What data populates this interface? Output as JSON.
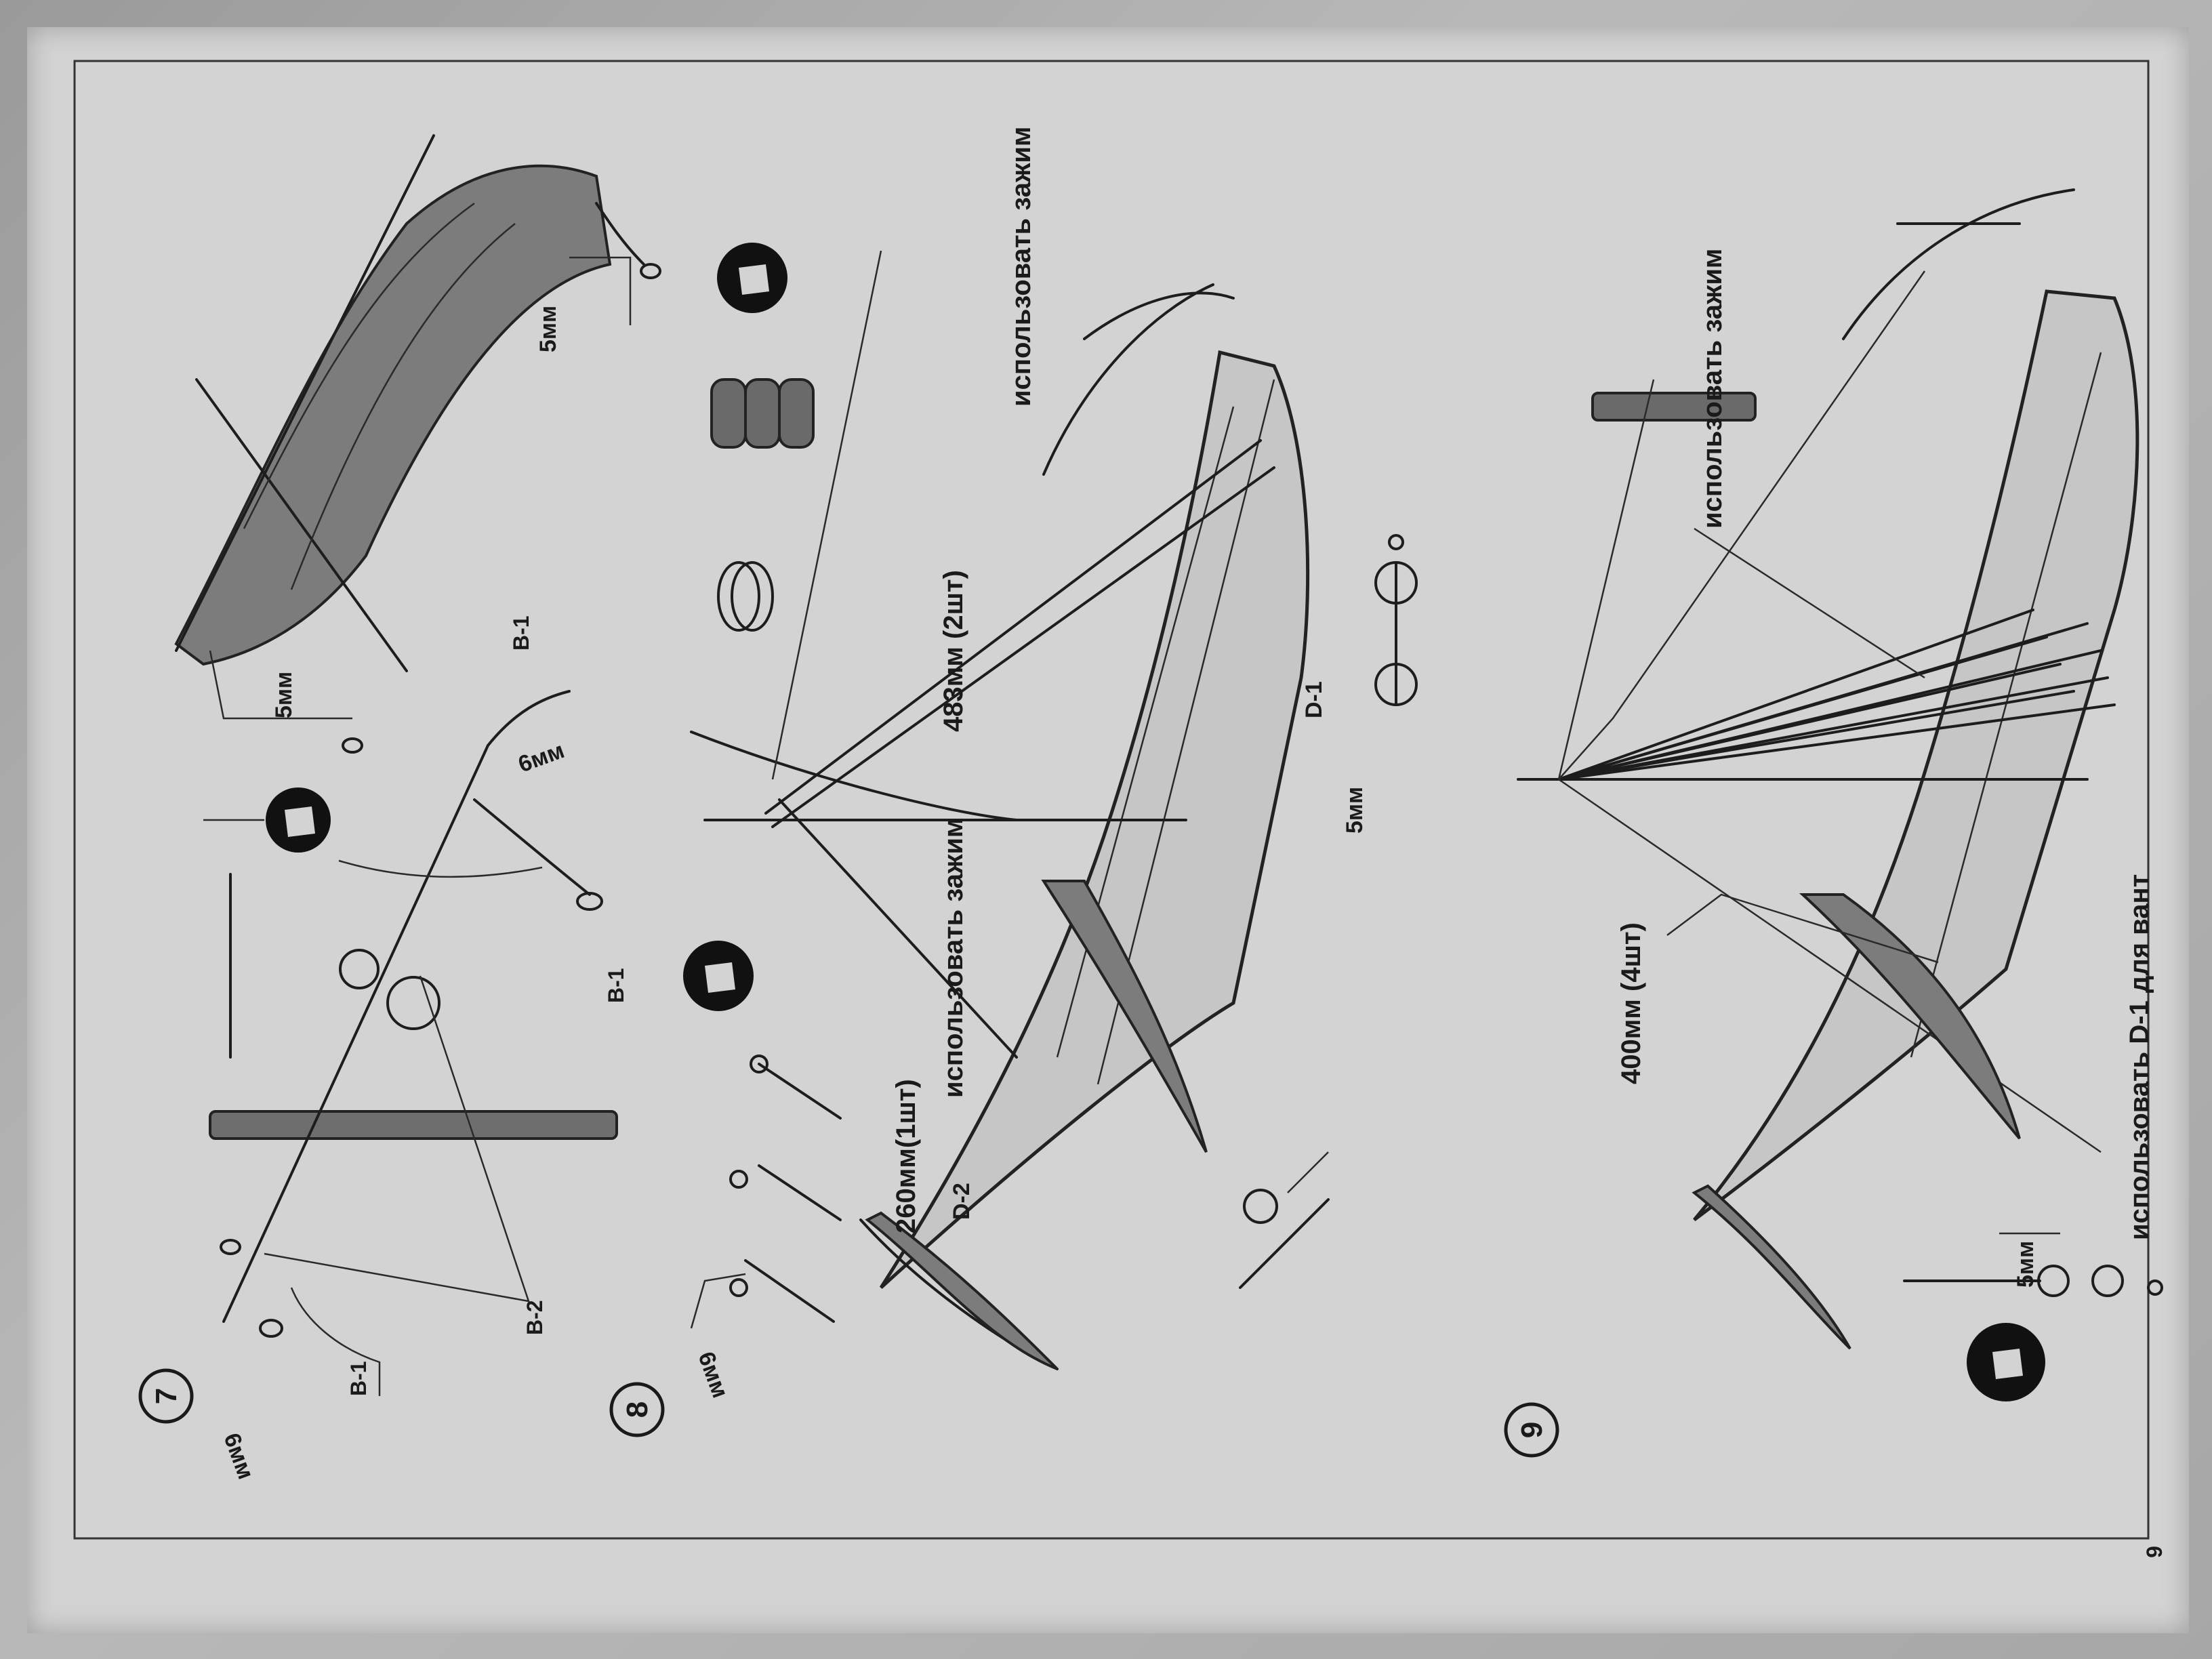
{
  "page": {
    "page_number": "9",
    "steps": [
      {
        "number": "7",
        "labels": {
          "dim_6mm_left": "6мм",
          "dim_5mm_center": "5мм",
          "dim_6mm_right": "6мм",
          "dim_5mm_top": "5мм",
          "part_b1_left": "В-1",
          "part_b2": "В-2",
          "part_b1_center": "В-1",
          "part_b1_right": "В-1"
        }
      },
      {
        "number": "8",
        "labels": {
          "use_clamp_top": "использовать зажим",
          "rope_483": "483мм (2шт)",
          "use_clamp_mid": "использовать зажим",
          "rope_260": "260мм(1шт)",
          "part_d2": "D-2",
          "part_d1": "D-1",
          "dim_5mm": "5мм",
          "dim_6mm": "6мм"
        }
      },
      {
        "number": "9",
        "labels": {
          "use_clamp": "использовать зажим",
          "rope_400": "400мм (4шт)",
          "use_d1": "использовать D-1 для вант",
          "dim_5mm": "5мм"
        }
      }
    ]
  }
}
